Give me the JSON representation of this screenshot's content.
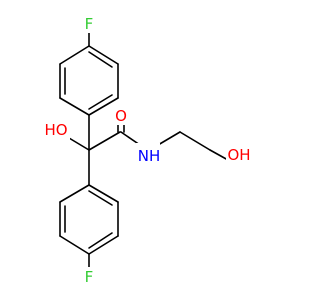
{
  "molecule": {
    "atoms": {
      "f_top": "F",
      "f_bottom": "F",
      "oh_left": "HO",
      "o_carbonyl": "O",
      "nh": "NH",
      "oh_right": "OH"
    }
  },
  "colors": {
    "bond": "#000000",
    "fluorine": "#33cc33",
    "oxygen": "#ff0000",
    "nitrogen": "#0000ff",
    "background": "#ffffff"
  }
}
